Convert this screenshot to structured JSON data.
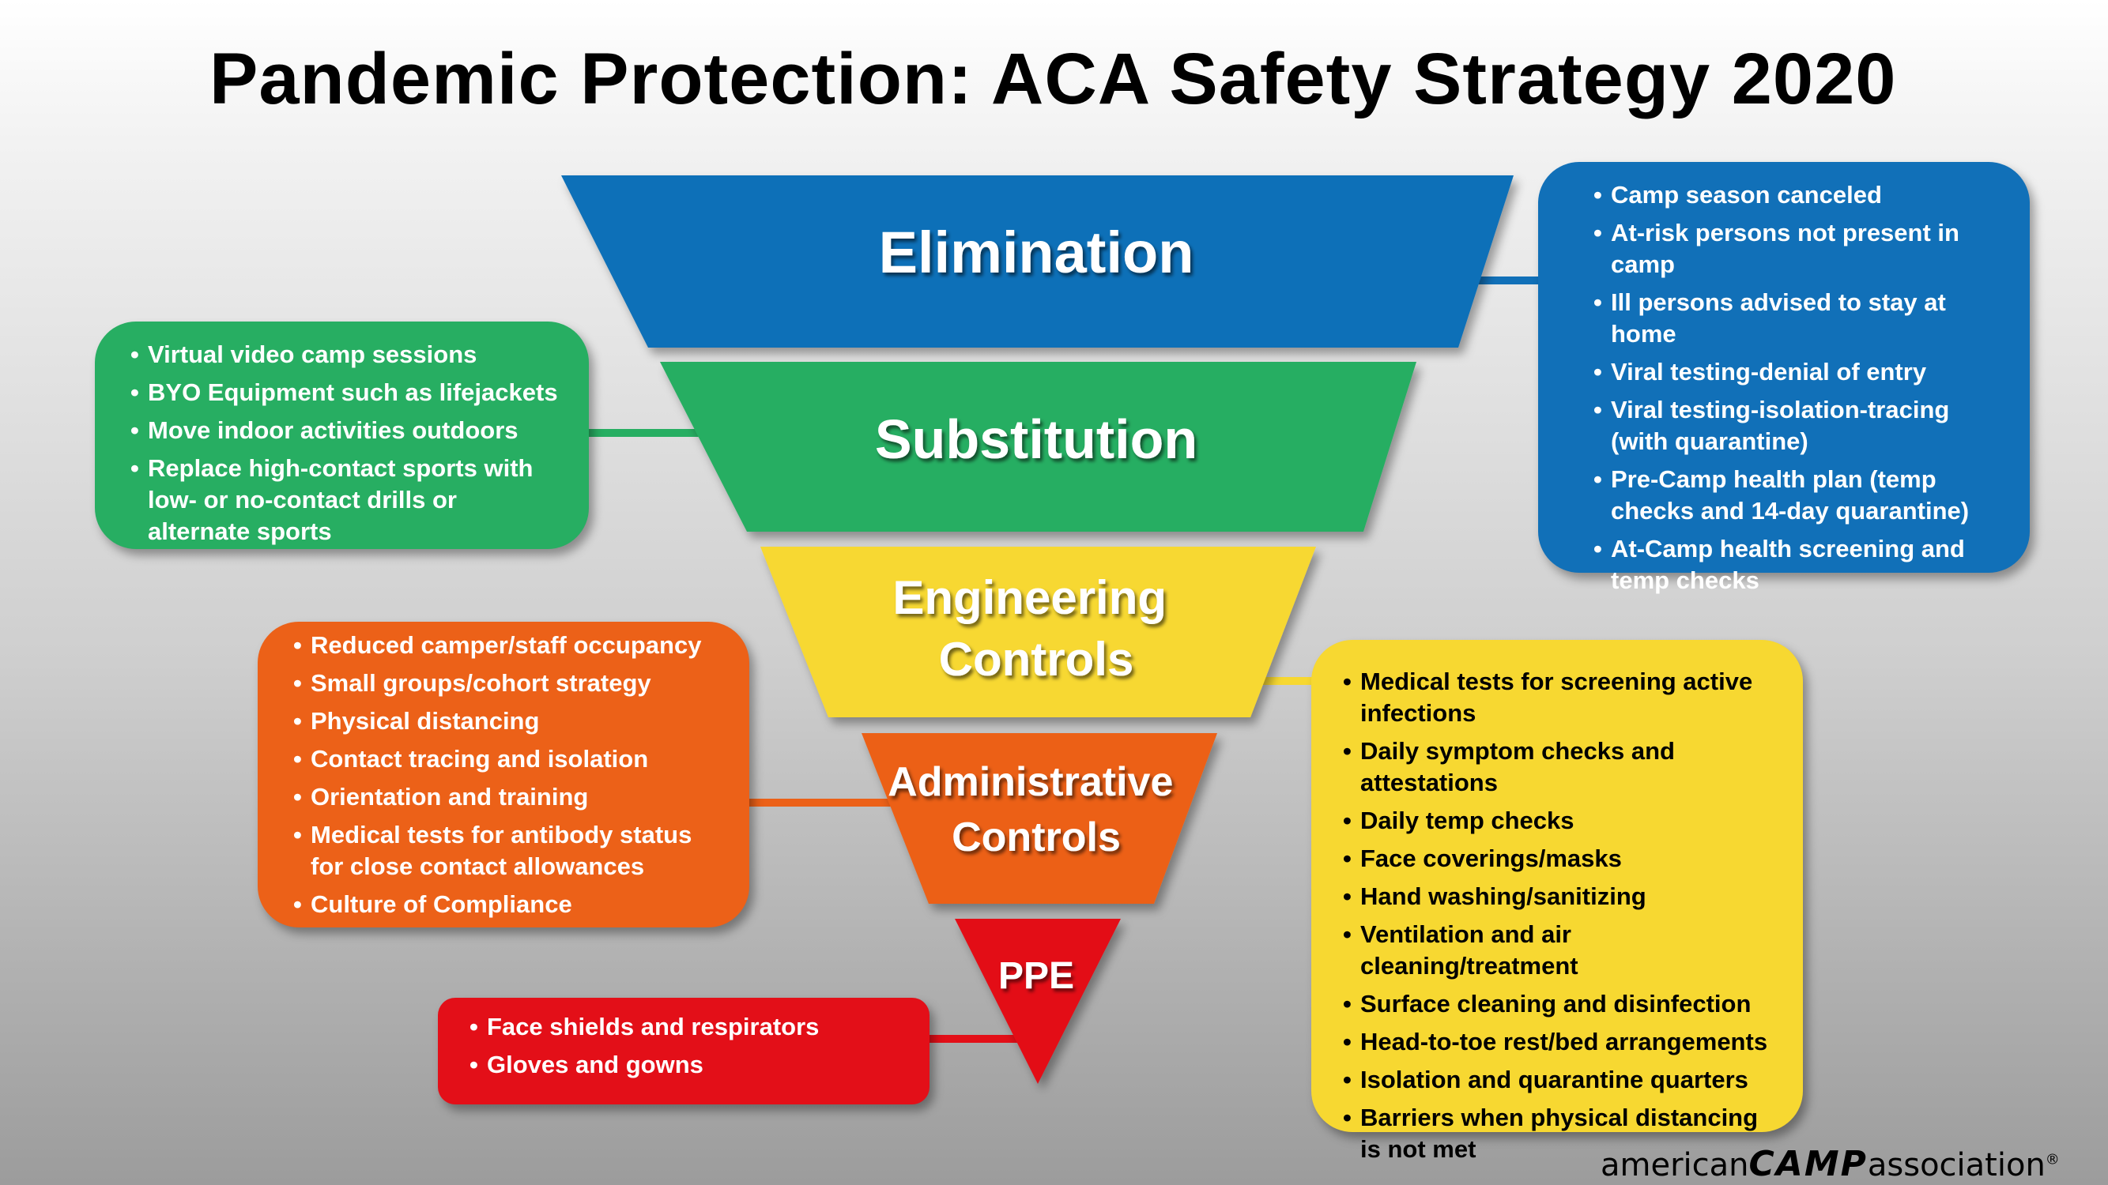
{
  "title": "Pandemic Protection: ACA Safety Strategy 2020",
  "colors": {
    "elimination": "#1170b8",
    "substitution": "#27ae62",
    "engineering": "#f7d831",
    "administrative": "#ec6118",
    "ppe": "#e30f18"
  },
  "levels": [
    {
      "key": "elimination",
      "lines": [
        "Elimination"
      ]
    },
    {
      "key": "substitution",
      "lines": [
        "Substitution"
      ]
    },
    {
      "key": "engineering",
      "lines": [
        "Engineering",
        "Controls"
      ]
    },
    {
      "key": "administrative",
      "lines": [
        "Administrative",
        "Controls"
      ]
    },
    {
      "key": "ppe",
      "lines": [
        "PPE"
      ]
    }
  ],
  "boxes": {
    "elimination": [
      "Camp season canceled",
      "At-risk persons not present in camp",
      "Ill persons advised to stay at home",
      "Viral testing-denial of entry",
      "Viral testing-isolation-tracing (with quarantine)",
      "Pre-Camp health plan (temp checks and 14-day quarantine)",
      "At-Camp health screening and temp checks"
    ],
    "substitution": [
      "Virtual video camp sessions",
      "BYO Equipment such as lifejackets",
      "Move indoor activities outdoors",
      "Replace high-contact sports with low- or no-contact drills or alternate sports"
    ],
    "administrative": [
      "Reduced camper/staff occupancy",
      "Small groups/cohort strategy",
      "Physical distancing",
      "Contact tracing and isolation",
      "Orientation and training",
      "Medical tests for antibody status for close contact allowances",
      "Culture of Compliance"
    ],
    "engineering": [
      "Medical tests for screening active infections",
      "Daily symptom checks and attestations",
      "Daily temp checks",
      "Face coverings/masks",
      "Hand washing/sanitizing",
      "Ventilation and air cleaning/treatment",
      "Surface cleaning and disinfection",
      "Head-to-toe rest/bed arrangements",
      "Isolation and quarantine quarters",
      "Barriers when physical distancing is not met"
    ],
    "ppe": [
      "Face shields and respirators",
      "Gloves and gowns"
    ]
  },
  "logo": {
    "left": "american",
    "middle": "CAMP",
    "right": "association",
    "mark": "®"
  }
}
